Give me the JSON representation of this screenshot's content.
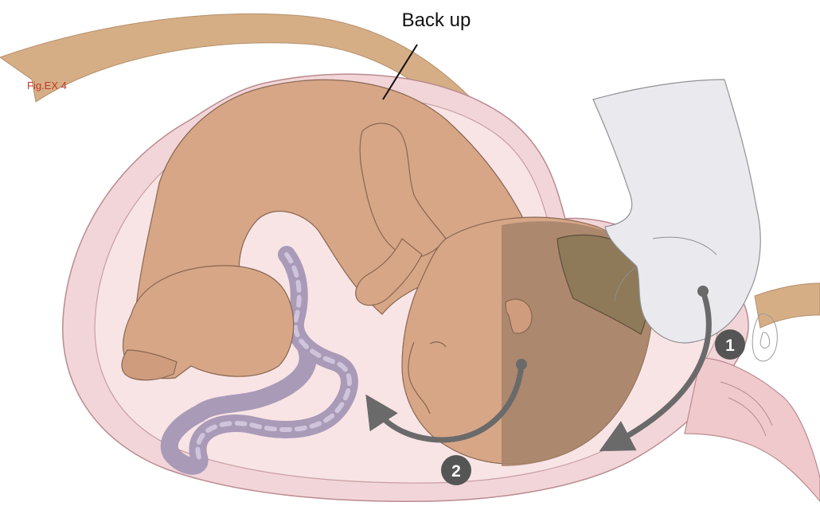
{
  "figure": {
    "id_label": "Fig.EX 4",
    "annotation": "Back up",
    "steps": [
      {
        "number": "1"
      },
      {
        "number": "2"
      }
    ]
  },
  "colors": {
    "uterus_wall": "#f2d5d8",
    "uterus_inner": "#f8e4e5",
    "outline": "#b98b8f",
    "fetus_skin": "#d6a687",
    "head_shadow": "#a4826a",
    "fontanelle": "#8e7a58",
    "cord": "#a99ab8",
    "bone": "#d6ae86",
    "glove": "#eaeaee",
    "arrow": "#6a6a6a",
    "badge": "#555555",
    "fig_label": "#c0392b"
  }
}
